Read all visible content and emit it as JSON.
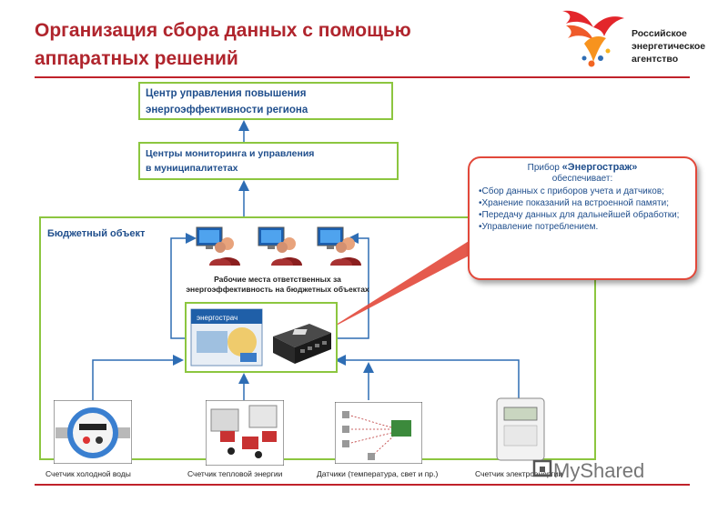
{
  "title": {
    "line1": "Организация сбора данных с помощью",
    "line2": "аппаратных решений"
  },
  "logo": {
    "line1": "Российское",
    "line2": "энергетическое",
    "line3": "агентство"
  },
  "levels": {
    "region": {
      "line1": "Центр управления повышения",
      "line2": "энергоэффективности региона"
    },
    "municipal": {
      "line1": "Центры мониторинга и управления",
      "line2": "в муниципалитетах"
    }
  },
  "building": {
    "label": "Бюджетный объект"
  },
  "workstations": {
    "label_line1": "Рабочие места ответственных за",
    "label_line2": "энергоэффективность на бюджетных объектах"
  },
  "device": {
    "box_brand": "энергострач"
  },
  "callout": {
    "heading_prefix": "Прибор ",
    "heading_name": "«Энергостраж»",
    "heading_line2": "обеспечивает:",
    "items": [
      "•Сбор данных с приборов учета и датчиков;",
      "•Хранение показаний на встроенной памяти;",
      "•Передачу данных для дальнейшей обработки;",
      "•Управление потреблением."
    ]
  },
  "meters": [
    {
      "label": "Счетчик холодной воды"
    },
    {
      "label": "Счетчик тепловой энергии"
    },
    {
      "label": "Датчики (температура, свет и пр.)"
    },
    {
      "label": "Счетчик электроэнергии"
    }
  ],
  "watermark": {
    "text": "MyShared"
  },
  "colors": {
    "title": "#b0252d",
    "green_border": "#8cc63f",
    "blue_text": "#1f4e8c",
    "arrow": "#2e6db4",
    "callout_border": "#e2483a"
  }
}
